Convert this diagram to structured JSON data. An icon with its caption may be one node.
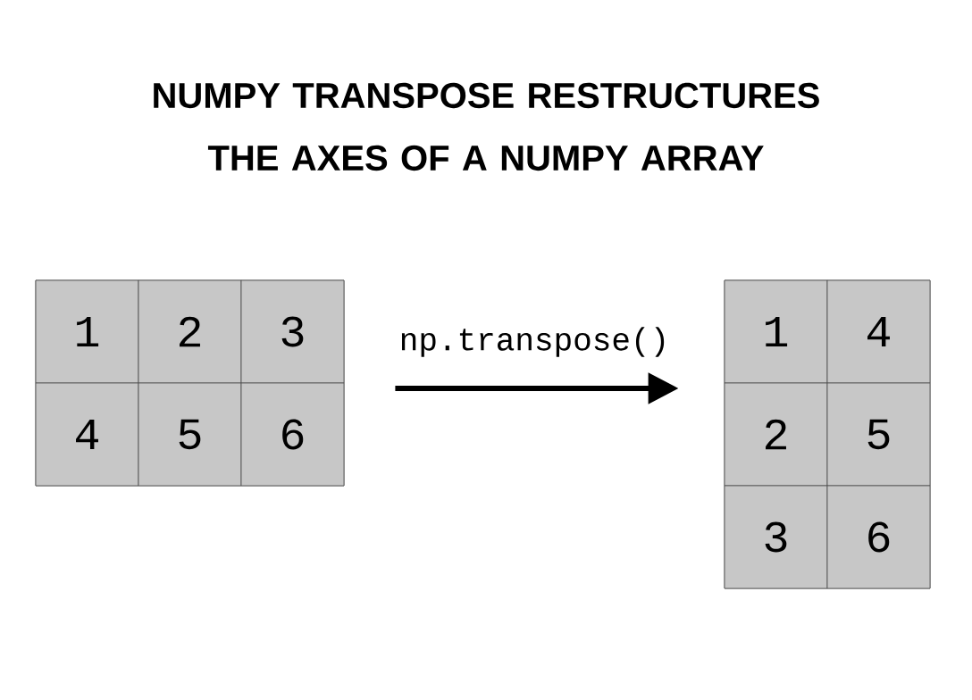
{
  "diagram": {
    "title": "NUMPY TRANSPOSE RESTRUCTURES THE AXES OF A NUMPY ARRAY",
    "nodes": [
      {
        "text": [],
        "shape": "box"
      },
      {
        "text": [
          "1"
        ],
        "in": 0
      },
      {
        "text": [
          "2"
        ],
        "in": 0
      },
      {
        "text": [
          "3"
        ],
        "in": 0
      },
      {
        "text": [
          "4"
        ],
        "in": 0
      },
      {
        "text": [
          "5"
        ],
        "in": 0
      },
      {
        "text": [
          "6"
        ],
        "in": 0
      },
      {
        "text": [],
        "shape": "box"
      },
      {
        "text": [
          "1"
        ],
        "in": 7
      },
      {
        "text": [
          "4"
        ],
        "in": 7
      },
      {
        "text": [
          "2"
        ],
        "in": 7
      },
      {
        "text": [
          "5"
        ],
        "in": 7
      },
      {
        "text": [
          "3"
        ],
        "in": 7
      },
      {
        "text": [
          "6"
        ],
        "in": 7
      }
    ],
    "edges": [
      {
        "from": 0,
        "to": 7,
        "arrow": "to",
        "label": "np.transpose()"
      }
    ]
  }
}
